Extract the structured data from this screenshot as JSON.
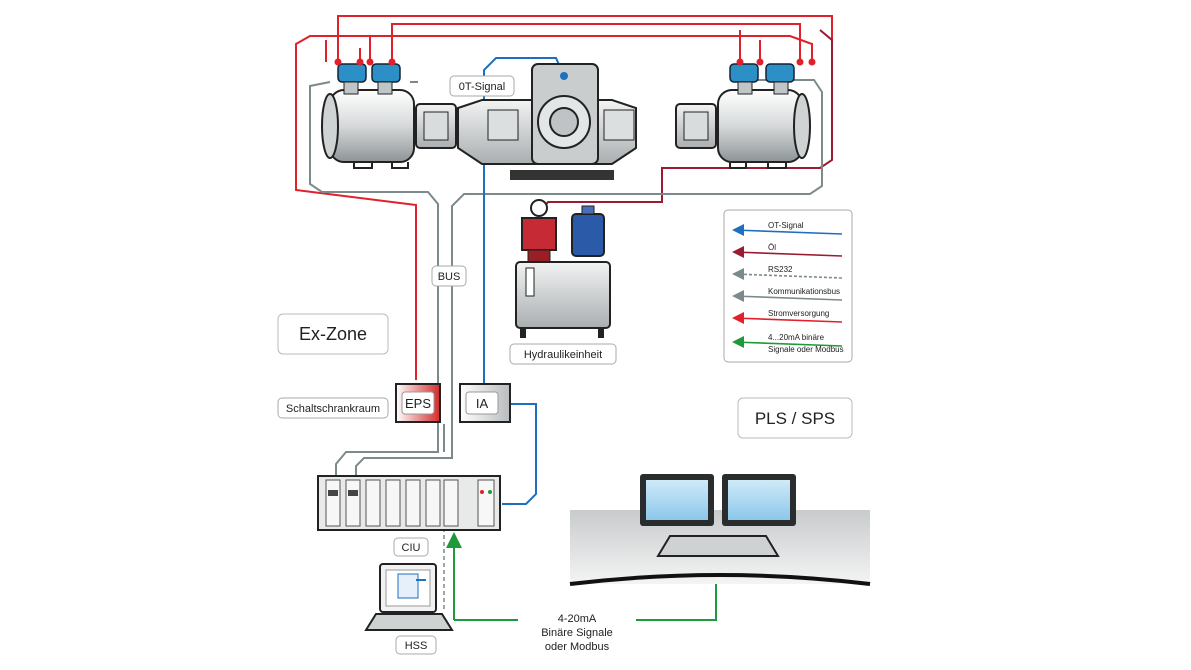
{
  "labels": {
    "ot_signal": "0T-Signal",
    "bus": "BUS",
    "ex_zone": "Ex-Zone",
    "hydraulic_unit": "Hydraulikeinheit",
    "switch_cabinet_room": "Schaltschrankraum",
    "eps": "EPS",
    "ia": "IA",
    "pls_sps": "PLS / SPS",
    "ciu": "CIU",
    "hss": "HSS",
    "signal_line1": "4-20mA",
    "signal_line2": "Binäre Signale",
    "signal_line3": "oder Modbus"
  },
  "legend": {
    "items": [
      {
        "label": "OT-Signal",
        "color": "#1f6fbf",
        "style": "solid"
      },
      {
        "label": "Öl",
        "color": "#9b1b30",
        "style": "solid"
      },
      {
        "label": "RS232",
        "color": "#7d8a8c",
        "style": "dashed"
      },
      {
        "label": "Kommunikationsbus",
        "color": "#7d8a8c",
        "style": "solid"
      },
      {
        "label": "Stromversorgung",
        "color": "#e0202a",
        "style": "solid"
      },
      {
        "label": "4...20mA binäre",
        "label2": "Signale oder Modbus",
        "color": "#1e9a3c",
        "style": "solid"
      }
    ]
  },
  "colors": {
    "ot_signal": "#1f6fbf",
    "oil": "#9b1b30",
    "bus": "#7d8a8c",
    "power": "#e0202a",
    "analog": "#1e9a3c"
  }
}
